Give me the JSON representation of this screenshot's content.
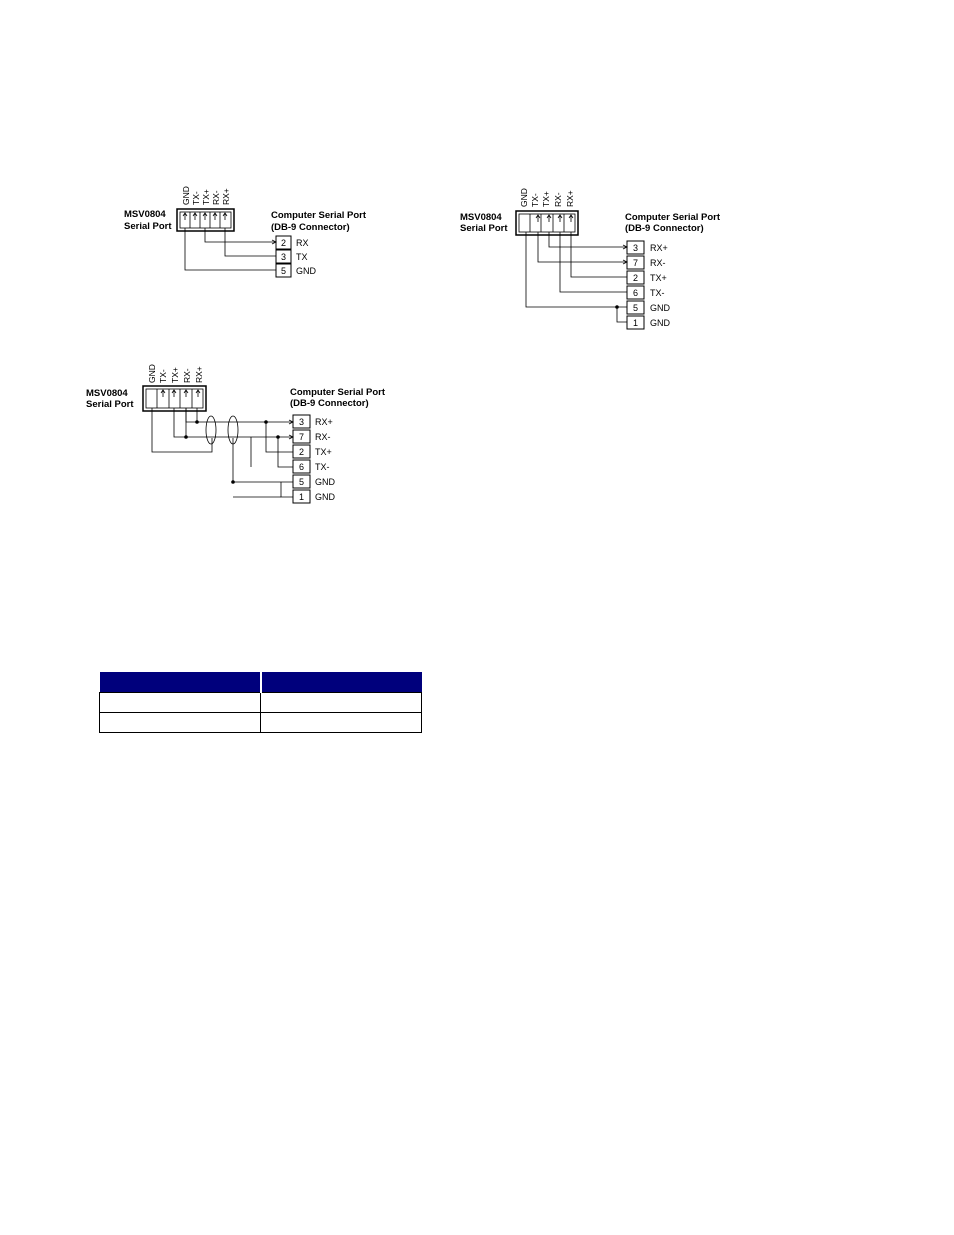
{
  "diagram_rs232": {
    "device_label": [
      "MSV0804",
      "Serial Port"
    ],
    "pin_labels": [
      "GND",
      "TX-",
      "TX+",
      "RX-",
      "RX+"
    ],
    "computer_label": [
      "Computer Serial Port",
      "(DB-9 Connector)"
    ],
    "db9_pins": [
      {
        "number": "2",
        "signal": "RX"
      },
      {
        "number": "3",
        "signal": "TX"
      },
      {
        "number": "5",
        "signal": "GND"
      }
    ]
  },
  "diagram_rs422": {
    "device_label": [
      "MSV0804",
      "Serial Port"
    ],
    "pin_labels": [
      "GND",
      "TX-",
      "TX+",
      "RX-",
      "RX+"
    ],
    "computer_label": [
      "Computer Serial Port",
      "(DB-9 Connector)"
    ],
    "db9_pins": [
      {
        "number": "3",
        "signal": "RX+"
      },
      {
        "number": "7",
        "signal": "RX-"
      },
      {
        "number": "2",
        "signal": "TX+"
      },
      {
        "number": "6",
        "signal": "TX-"
      },
      {
        "number": "5",
        "signal": "GND"
      },
      {
        "number": "1",
        "signal": "GND"
      }
    ]
  },
  "diagram_rs485": {
    "device_label": [
      "MSV0804",
      "Serial Port"
    ],
    "pin_labels": [
      "GND",
      "TX-",
      "TX+",
      "RX-",
      "RX+"
    ],
    "computer_label": [
      "Computer Serial Port",
      "(DB-9 Connector)"
    ],
    "db9_pins": [
      {
        "number": "3",
        "signal": "RX+"
      },
      {
        "number": "7",
        "signal": "RX-"
      },
      {
        "number": "2",
        "signal": "TX+"
      },
      {
        "number": "6",
        "signal": "TX-"
      },
      {
        "number": "5",
        "signal": "GND"
      },
      {
        "number": "1",
        "signal": "GND"
      }
    ]
  },
  "table": {
    "header_color": "#00007c",
    "headers": [
      "",
      ""
    ],
    "rows": [
      [
        "",
        ""
      ],
      [
        "",
        ""
      ]
    ]
  }
}
